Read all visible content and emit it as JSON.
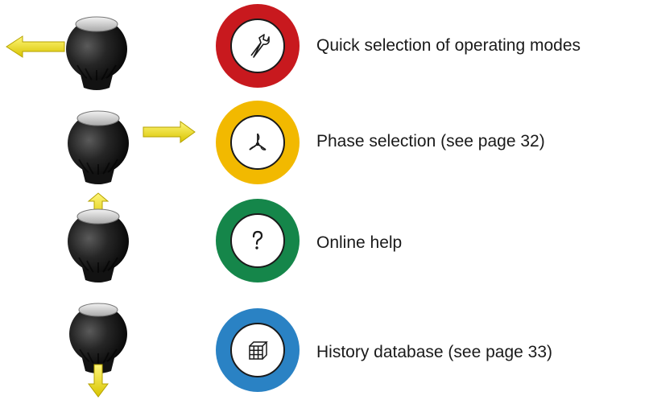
{
  "rows": [
    {
      "label": "Quick selection of operating modes",
      "ring_color": "#c8191e",
      "icon": "wrench-icon",
      "direction": "left"
    },
    {
      "label": "Phase selection (see page 32)",
      "ring_color": "#f2b900",
      "icon": "phase-icon",
      "direction": "right"
    },
    {
      "label": "Online help",
      "ring_color": "#15864a",
      "icon": "question-icon",
      "direction": "up"
    },
    {
      "label": "History database (see page 33)",
      "ring_color": "#2a82c4",
      "icon": "database-icon",
      "direction": "down"
    }
  ]
}
